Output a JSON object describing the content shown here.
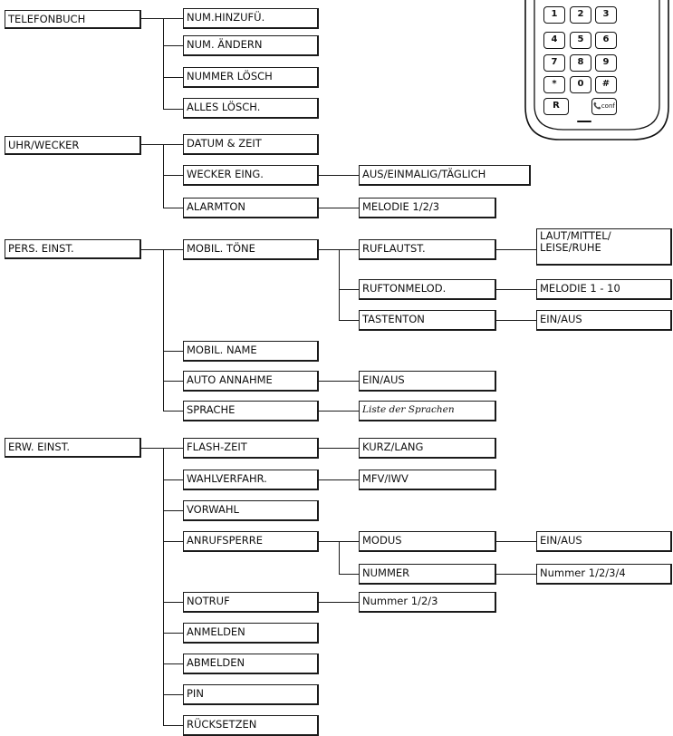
{
  "menu": {
    "phonebook": {
      "title": "TELEFONBUCH",
      "items": [
        "NUM.HINZUFÜ.",
        "NUM. ÄNDERN",
        "NUMMER LÖSCH",
        "ALLES LÖSCH."
      ]
    },
    "clock": {
      "title": "UHR/WECKER",
      "items": [
        "DATUM & ZEIT",
        "WECKER EING.",
        "ALARMTON"
      ],
      "wecker_option": "AUS/EINMALIG/TÄGLICH",
      "alarmton_option": "MELODIE 1/2/3"
    },
    "personal": {
      "title": "PERS. EINST.",
      "mobil_toene": "MOBIL. TÖNE",
      "toene_items": [
        "RUFLAUTST.",
        "RUFTONMELOD.",
        "TASTENTON"
      ],
      "ruflautst_option_line1": "LAUT/MITTEL/",
      "ruflautst_option_line2": "LEISE/RUHE",
      "ruftonmelod_option": "MELODIE 1 - 10",
      "tastenton_option": "EIN/AUS",
      "mobil_name": "MOBIL. NAME",
      "auto_annahme": "AUTO ANNAHME",
      "auto_annahme_option": "EIN/AUS",
      "sprache": "SPRACHE",
      "sprache_option": "Liste der Sprachen"
    },
    "advanced": {
      "title": "ERW. EINST.",
      "flash_zeit": "FLASH-ZEIT",
      "flash_option": "KURZ/LANG",
      "wahlverfahr": "WAHLVERFAHR.",
      "wahl_option": "MFV/IWV",
      "vorwahl": "VORWAHL",
      "anrufsperre": "ANRUFSPERRE",
      "modus": "MODUS",
      "modus_option": "EIN/AUS",
      "nummer": "NUMMER",
      "nummer_option": "Nummer 1/2/3/4",
      "notruf": "NOTRUF",
      "notruf_option": "Nummer 1/2/3",
      "anmelden": "ANMELDEN",
      "abmelden": "ABMELDEN",
      "pin": "PIN",
      "ruecksetzen": "RÜCKSETZEN"
    }
  },
  "phone": {
    "keys": [
      "1",
      "2",
      "3",
      "4",
      "5",
      "6",
      "7",
      "8",
      "9",
      "*",
      "0",
      "#"
    ],
    "key_r": "R",
    "key_conf": "conf"
  }
}
